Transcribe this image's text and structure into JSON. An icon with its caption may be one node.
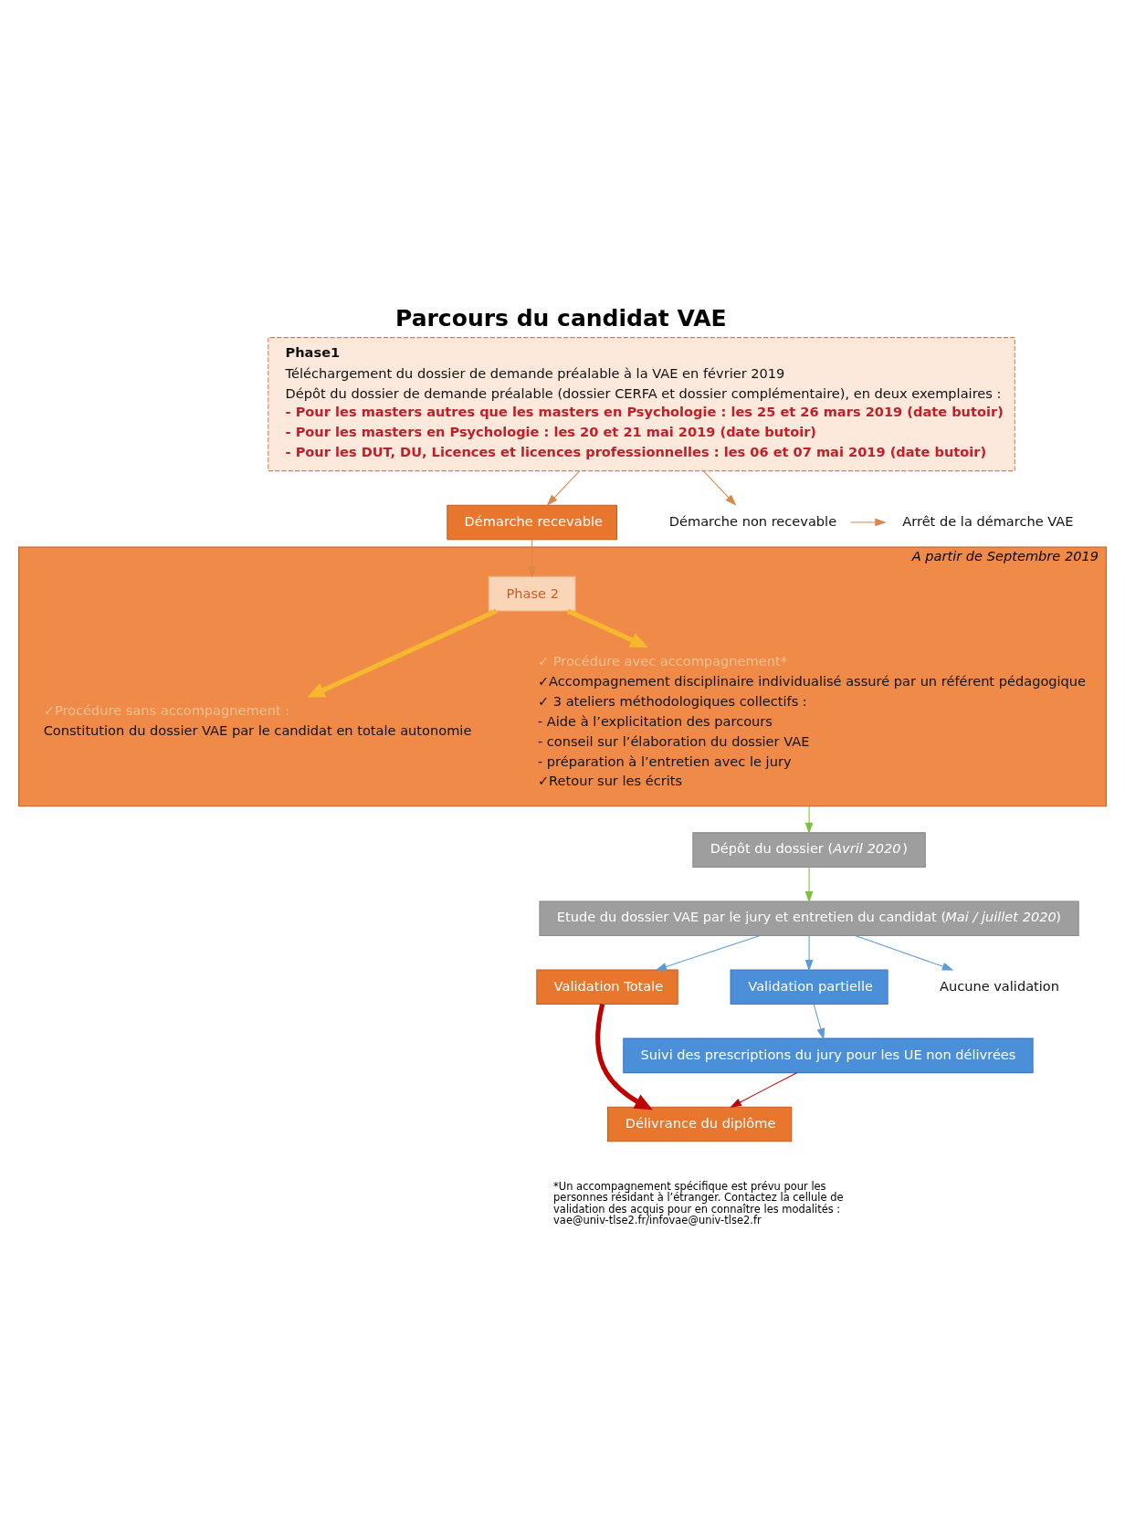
{
  "diagram": {
    "title": "Parcours du candidat VAE",
    "nodes": [
      {
        "text": [
          "Phase1",
          "Téléchargement du dossier de demande préalable à la VAE en février 2019",
          "Dépôt du dossier de demande préalable (dossier CERFA et dossier complémentaire), en deux exemplaires :",
          "- Pour les masters autres que les masters en Psychologie : les 25 et 26 mars 2019 (date butoir)",
          "- Pour les masters en Psychologie : les 20 et 21 mai 2019 (date butoir)",
          "- Pour les DUT, DU, Licences et licences professionnelles : les 06 et 07 mai 2019 (date butoir)"
        ]
      },
      {
        "text": [
          "Démarche recevable"
        ]
      },
      {
        "text": [
          "Démarche non recevable"
        ]
      },
      {
        "text": [
          "Arrêt de la démarche VAE"
        ]
      },
      {
        "text": [
          "A partir de Septembre 2019"
        ]
      },
      {
        "text": [
          "Phase 2"
        ],
        "in": 4
      },
      {
        "text": [
          "✓Procédure sans accompagnement :",
          "Constitution du dossier VAE par le candidat en totale autonomie"
        ],
        "in": 4
      },
      {
        "text": [
          "✓ Procédure avec accompagnement*",
          "✓Accompagnement disciplinaire individualisé assuré par un référent pédagogique",
          "✓ 3 ateliers méthodologiques collectifs :",
          "- Aide à l’explicitation des parcours",
          "- conseil sur l’élaboration du dossier VAE",
          "- préparation à l’entretien avec le jury",
          "✓Retour sur les écrits"
        ],
        "in": 4
      },
      {
        "text": [
          "Dépôt du dossier (*Avril 2020*)"
        ]
      },
      {
        "text": [
          "Etude du dossier VAE par le jury et entretien du candidat (*Mai / juillet 2020*)"
        ]
      },
      {
        "text": [
          "Validation Totale"
        ]
      },
      {
        "text": [
          "Validation partielle"
        ]
      },
      {
        "text": [
          "Aucune validation"
        ]
      },
      {
        "text": [
          "Suivi des prescriptions du jury pour les UE non délivrées"
        ]
      },
      {
        "text": [
          "Délivrance du diplôme"
        ]
      }
    ],
    "edges": [
      {
        "from": 0,
        "to": 1,
        "arrow": "to",
        "color": "#d9874a"
      },
      {
        "from": 0,
        "to": 2,
        "arrow": "to",
        "color": "#d9874a"
      },
      {
        "from": 2,
        "to": 3,
        "arrow": "to",
        "color": "#d9874a"
      },
      {
        "from": 1,
        "to": 5,
        "arrow": "to",
        "color": "#d9874a"
      },
      {
        "from": 5,
        "to": 6,
        "arrow": "to",
        "color": "#f5b82e",
        "style": "thick"
      },
      {
        "from": 5,
        "to": 7,
        "arrow": "to",
        "color": "#f5b82e",
        "style": "thick"
      },
      {
        "from": 4,
        "to": 8,
        "arrow": "to",
        "color": "#7fbf3f"
      },
      {
        "from": 8,
        "to": 9,
        "arrow": "to",
        "color": "#7fbf3f"
      },
      {
        "from": 9,
        "to": 10,
        "arrow": "to",
        "color": "#5b9bd5"
      },
      {
        "from": 9,
        "to": 11,
        "arrow": "to",
        "color": "#5b9bd5"
      },
      {
        "from": 9,
        "to": 12,
        "arrow": "to",
        "color": "#5b9bd5"
      },
      {
        "from": 11,
        "to": 13,
        "arrow": "to",
        "color": "#5b9bd5"
      },
      {
        "from": 13,
        "to": 14,
        "arrow": "to",
        "color": "#c00000"
      },
      {
        "from": 10,
        "to": 14,
        "arrow": "to",
        "color": "#c00000",
        "style": "thick"
      }
    ],
    "labels": [
      "*Un accompagnement spécifique est prévu pour les personnes résidant à l’étranger. Contactez la cellule de validation des acquis pour en connaître les modalités : vae@univ-tlse2.fr/infovae@univ-tlse2.fr"
    ]
  }
}
